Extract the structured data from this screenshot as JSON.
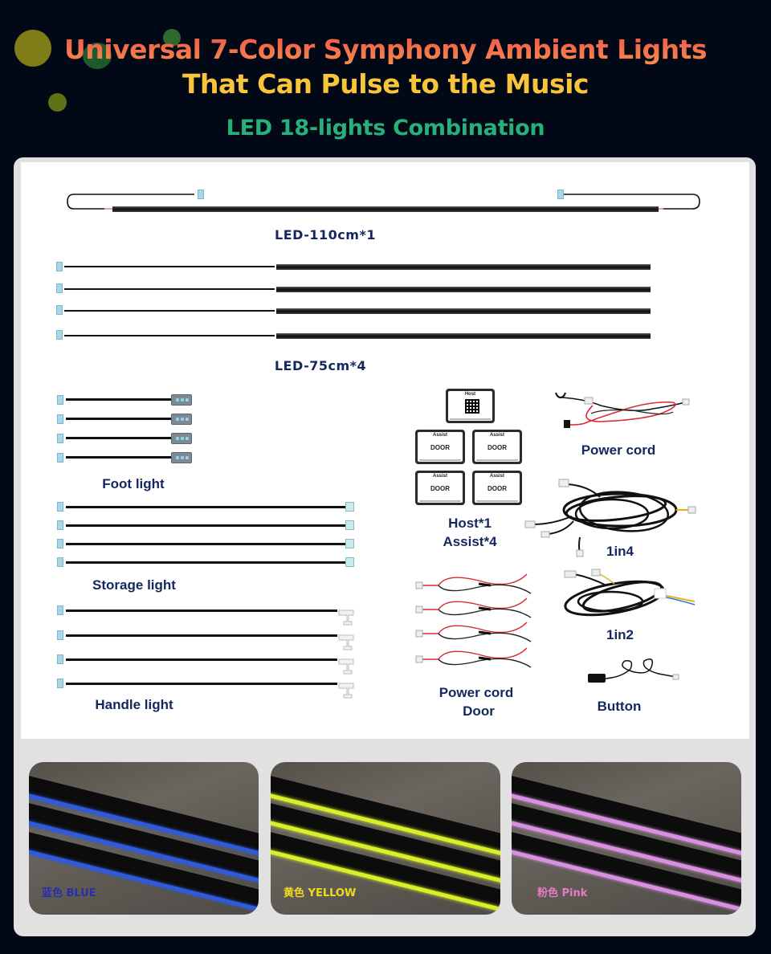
{
  "header": {
    "title_line1": "Universal 7-Color  Symphony Ambient Lights",
    "title_line2": "That Can Pulse to the Music",
    "subtitle": "LED 18-lights Combination"
  },
  "colors": {
    "background": "#030817",
    "title_gradient_top": "#f0524a",
    "title_gradient_bottom": "#f7914c",
    "title_line2": "#f8c43c",
    "subtitle": "#27b07a",
    "label_text": "#14275e",
    "panel": "#e1e1e1",
    "card": "#ffffff"
  },
  "components": {
    "led_110": {
      "label": "LED-110cm*1",
      "count": 1
    },
    "led_75": {
      "label": "LED-75cm*4",
      "count": 4
    },
    "foot_light": {
      "label": "Foot light",
      "count": 4
    },
    "storage_light": {
      "label": "Storage light",
      "count": 4
    },
    "handle_light": {
      "label": "Handle light",
      "count": 4
    },
    "modules": {
      "label_line1": "Host*1",
      "label_line2": "Assist*4",
      "host_face_title": "Host",
      "assist_face_title": "Assist",
      "assist_face_text": "DOOR"
    },
    "power_cord": {
      "label": "Power cord"
    },
    "one_in_four": {
      "label": "1in4"
    },
    "one_in_two": {
      "label": "1in2"
    },
    "power_cord_door": {
      "label_line1": "Power cord",
      "label_line2": "Door",
      "count": 4
    },
    "button": {
      "label": "Button"
    }
  },
  "photos": [
    {
      "label": "蓝色 BLUE",
      "glow_color": "#2f5bd8",
      "label_color": "#2a2fa8"
    },
    {
      "label": "黄色 YELLOW",
      "glow_color": "#d8f028",
      "label_color": "#f0dc1c"
    },
    {
      "label": "粉色 Pink",
      "glow_color": "#d890e0",
      "label_color": "#e87cc4"
    }
  ]
}
